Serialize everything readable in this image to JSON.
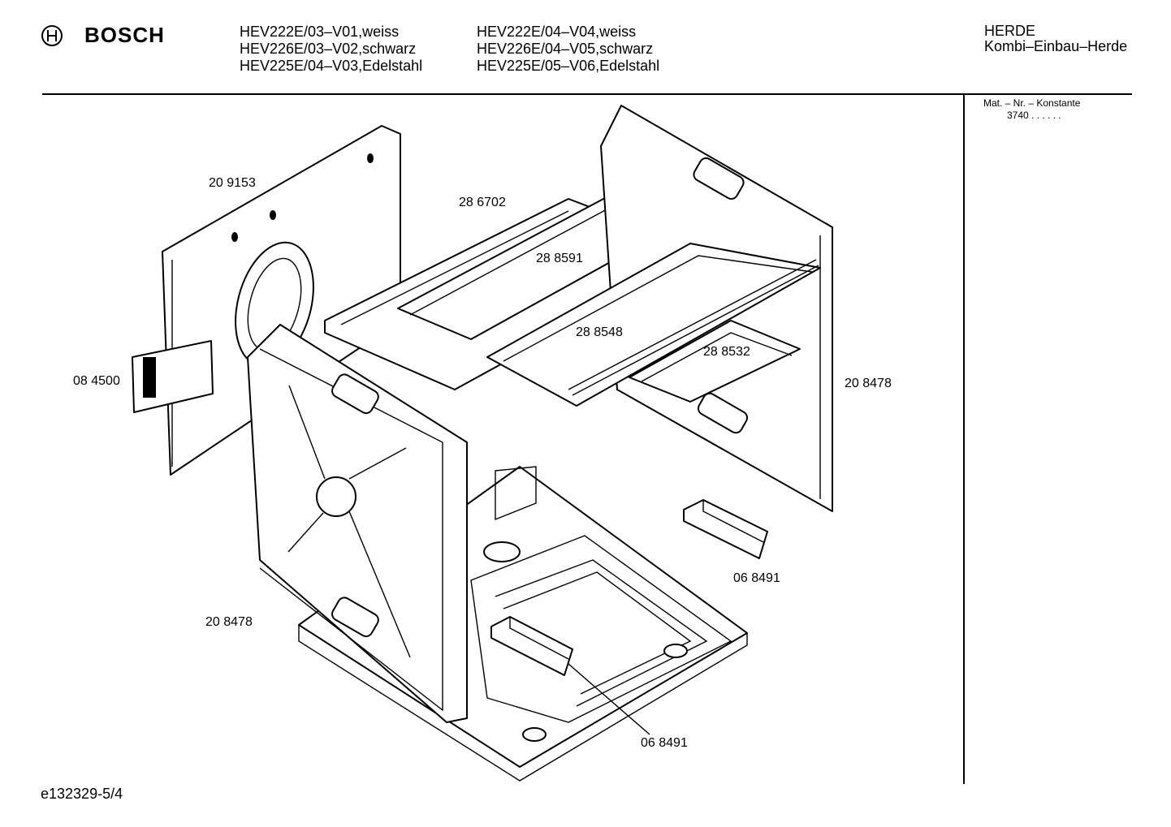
{
  "header": {
    "brand": "BOSCH",
    "models_col1": [
      "HEV222E/03–V01,weiss",
      "HEV226E/03–V02,schwarz",
      "HEV225E/04–V03,Edelstahl"
    ],
    "models_col2": [
      "HEV222E/04–V04,weiss",
      "HEV226E/04–V05,schwarz",
      "HEV225E/05–V06,Edelstahl"
    ],
    "category": "HERDE",
    "subcategory": "Kombi–Einbau–Herde"
  },
  "side_info": {
    "label": "Mat. – Nr. – Konstante",
    "value": "3740  .  .  .  .  .  ."
  },
  "parts": [
    {
      "id": "209153",
      "label": "20 9153"
    },
    {
      "id": "286702",
      "label": "28 6702"
    },
    {
      "id": "288591",
      "label": "28 8591"
    },
    {
      "id": "288548",
      "label": "28 8548"
    },
    {
      "id": "288532",
      "label": "28 8532"
    },
    {
      "id": "084500",
      "label": "08 4500"
    },
    {
      "id": "208478-right",
      "label": "20 8478"
    },
    {
      "id": "068491-top",
      "label": "06 8491"
    },
    {
      "id": "208478-left",
      "label": "20 8478"
    },
    {
      "id": "068491-bottom",
      "label": "06 8491"
    }
  ],
  "footer": {
    "doc_id": "e132329-5/4"
  }
}
